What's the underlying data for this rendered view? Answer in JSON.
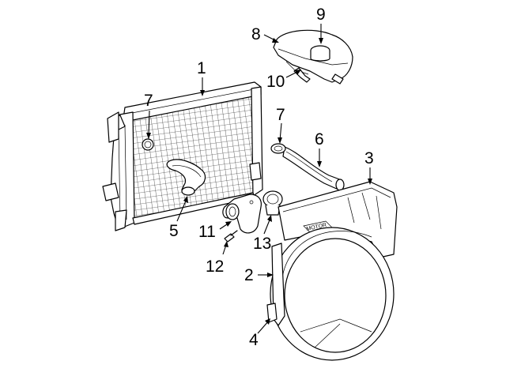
{
  "callouts": [
    {
      "key": "radiator",
      "label": "1"
    },
    {
      "key": "fan-shroud-mount",
      "label": "2"
    },
    {
      "key": "fan-shroud",
      "label": "3"
    },
    {
      "key": "shroud-bracket",
      "label": "4"
    },
    {
      "key": "lower-hose",
      "label": "5"
    },
    {
      "key": "upper-hose",
      "label": "6"
    },
    {
      "key": "clamp-radiator",
      "label": "7"
    },
    {
      "key": "clamp-hose",
      "label": "7"
    },
    {
      "key": "reservoir",
      "label": "8"
    },
    {
      "key": "reservoir-cap",
      "label": "9"
    },
    {
      "key": "reservoir-hose",
      "label": "10"
    },
    {
      "key": "thermostat-housing",
      "label": "11"
    },
    {
      "key": "bolt",
      "label": "12"
    },
    {
      "key": "thermostat",
      "label": "13"
    }
  ]
}
